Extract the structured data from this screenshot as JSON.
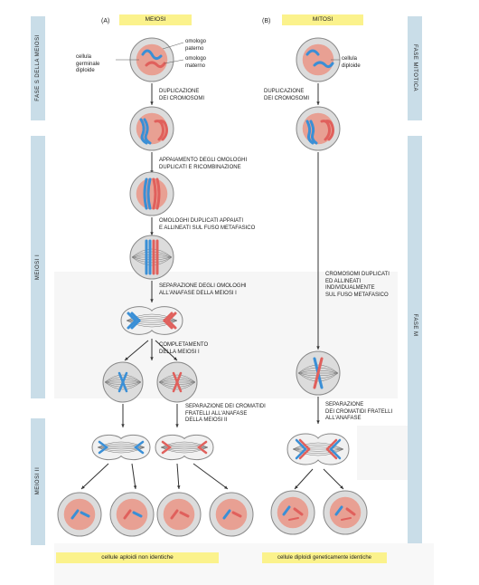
{
  "headers": {
    "meiosis": "(A)",
    "meiosis_title": "MEIOSI",
    "mitosis": "(B)",
    "mitosis_title": "MITOSI"
  },
  "side_labels": {
    "left_top": "FASE S DELLA MEIOSI",
    "left_mid": "MEIOSI I",
    "left_bottom": "MEIOSI II",
    "right_top": "FASE MITOTICA",
    "right_mid": "FASE M"
  },
  "cell_labels": {
    "germ_cell": "cellula\ngerminale\ndiploide",
    "paternal": "omologo\npaterno",
    "maternal": "omologo\nmaterno",
    "diploid_cell": "cellula\ndiploide"
  },
  "steps": {
    "dup_meiosis": "DUPLICAZIONE\nDEI CROMOSOMI",
    "dup_mitosis": "DUPLICAZIONE\nDEI CROMOSOMI",
    "pairing": "APPAIAMENTO DEGLI OMOLOGHI\nDUPLICATI E RICOMBINAZIONE",
    "aligned_homologs": "OMOLOGHI DUPLICATI APPAIATI\nE ALLINEATI SUL FUSO METAFASICO",
    "anaphase1": "SEPARAZIONE DEGLI OMOLOGHI\nALL'ANAFASE DELLA MEIOSI I",
    "complete_meiosis1": "COMPLETAMENTO\nDELLA MEIOSI I",
    "anaphase2": "SEPARAZIONE DEI CROMATIDI\nFRATELLI ALL'ANAFASE\nDELLA MEIOSI II",
    "mitosis_aligned": "CROMOSOMI DUPLICATI\nED ALLINEATI\nINDIVIDUALMENTE\nSUL FUSO METAFASICO",
    "mitosis_anaphase": "SEPARAZIONE\nDEI CROMATIDI FRATELLI\nALL'ANAFASE"
  },
  "results": {
    "meiosis": "cellule aploidi non identiche",
    "mitosis": "cellule diploidi geneticamente identiche"
  },
  "colors": {
    "paternal": "#3a8fd6",
    "maternal": "#e0605c",
    "nucleus": "#e8a093",
    "cell": "#dcdcdc",
    "highlight": "#fbf28c",
    "sidebar": "#c9dde8"
  }
}
